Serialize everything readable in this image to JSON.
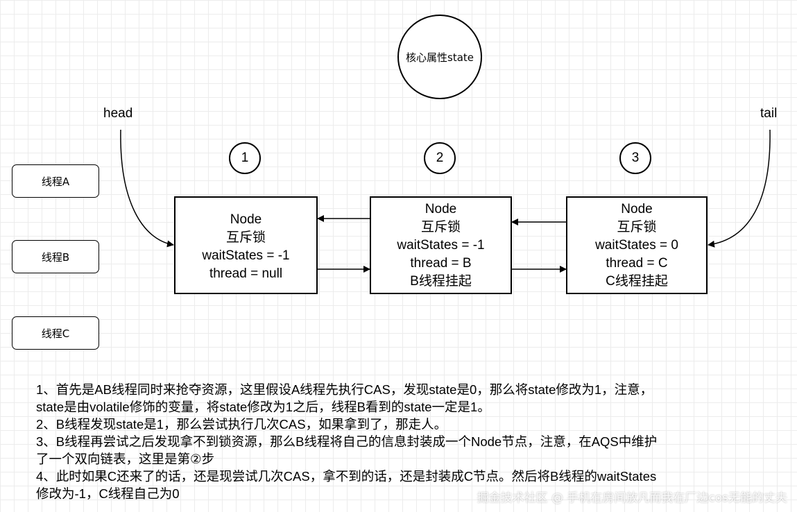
{
  "core_state_label": "核心属性state",
  "pointers": {
    "head": "head",
    "tail": "tail"
  },
  "step_numbers": [
    "1",
    "2",
    "3"
  ],
  "threads": [
    "线程A",
    "线程B",
    "线程C"
  ],
  "nodes": [
    {
      "title": "Node",
      "kind": "互斥锁",
      "wait_states": "waitStates = -1",
      "thread": "thread = null",
      "extra": ""
    },
    {
      "title": "Node",
      "kind": "互斥锁",
      "wait_states": "waitStates = -1",
      "thread": "thread = B",
      "extra": "B线程挂起"
    },
    {
      "title": "Node",
      "kind": "互斥锁",
      "wait_states": "waitStates = 0",
      "thread": "thread = C",
      "extra": "C线程挂起"
    }
  ],
  "notes": [
    "1、首先是AB线程同时来抢夺资源，这里假设A线程先执行CAS，发现state是0，那么将state修改为1，注意，",
    "state是由volatile修饰的变量，将state修改为1之后，线程B看到的state一定是1。",
    "2、B线程发现state是1，那么尝试执行几次CAS，如果拿到了，那走人。",
    "3、B线程再尝试之后发现拿不到锁资源，那么B线程将自己的信息封装成一个Node节点，注意，在AQS中维护",
    "了一个双向链表，这里是第②步",
    "4、此时如果C还来了的话，还是现尝试几次CAS，拿不到的话，还是封装成C节点。然后将B线程的waitStates",
    "修改为-1，C线程自己为0"
  ],
  "watermark": "掘金技术社区 @ 手机在房间放凡而我在厂边cos无能的丈夫"
}
